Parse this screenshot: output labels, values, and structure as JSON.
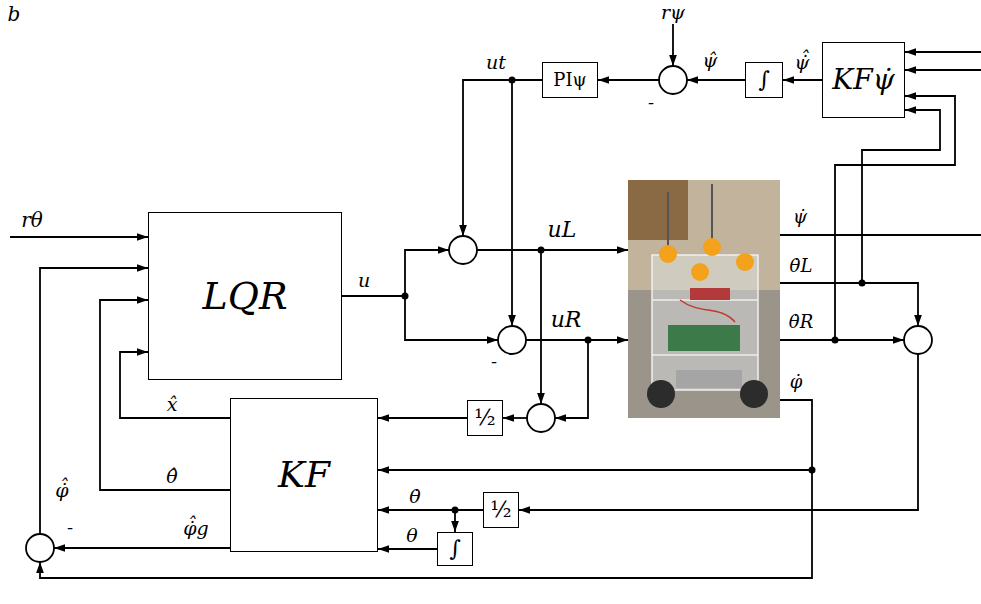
{
  "diagram": {
    "nodes": [
      {
        "text": [
          "PIψ"
        ]
      },
      {
        "text": [
          "∫"
        ]
      },
      {
        "text": [
          "KFψ̇"
        ]
      },
      {
        "text": [
          "LQR"
        ]
      },
      {
        "text": [
          "KF"
        ]
      },
      {
        "text": [
          "½"
        ]
      },
      {
        "text": [
          "½"
        ]
      },
      {
        "text": [
          "∫"
        ]
      }
    ],
    "edges": [
      {
        "from": 2,
        "to": 1,
        "arrow": "to",
        "label": "ψ̇̂"
      },
      {
        "from": 4,
        "to": 3,
        "arrow": "to",
        "label": "x̂"
      },
      {
        "from": 4,
        "to": 3,
        "arrow": "to",
        "label": "θ̂"
      },
      {
        "from": 5,
        "to": 4,
        "arrow": "to"
      },
      {
        "from": 6,
        "to": 4,
        "arrow": "to",
        "label": "θ̇"
      },
      {
        "from": 6,
        "to": 7,
        "arrow": "to"
      },
      {
        "from": 7,
        "to": 4,
        "arrow": "to",
        "label": "θ"
      }
    ],
    "labels": [
      "b",
      "rψ",
      "ut",
      "ψ̂",
      "-",
      "rθ",
      "u",
      "uL",
      "uR",
      "-",
      "ψ̇",
      "θ̇L",
      "θ̇R",
      "φ̇",
      "φ̇̂",
      "φ̇̂g",
      "-"
    ]
  }
}
